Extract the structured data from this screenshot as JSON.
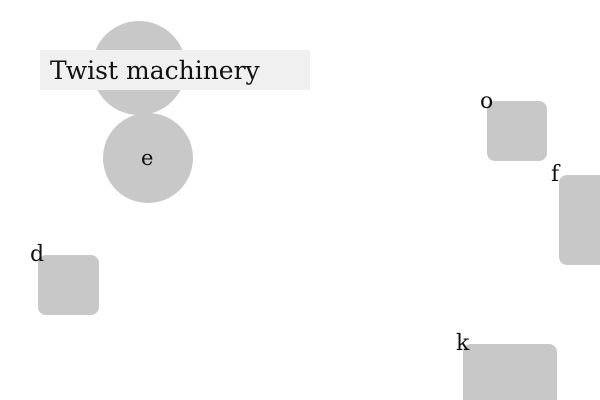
{
  "title": "Twist machinery",
  "labels": {
    "e": "e",
    "o": "o",
    "f": "f",
    "d": "d",
    "k": "k"
  },
  "colors": {
    "shape_fill": "#c8c8c8",
    "title_background": "#f0f0f0",
    "background": "#ffffff"
  }
}
